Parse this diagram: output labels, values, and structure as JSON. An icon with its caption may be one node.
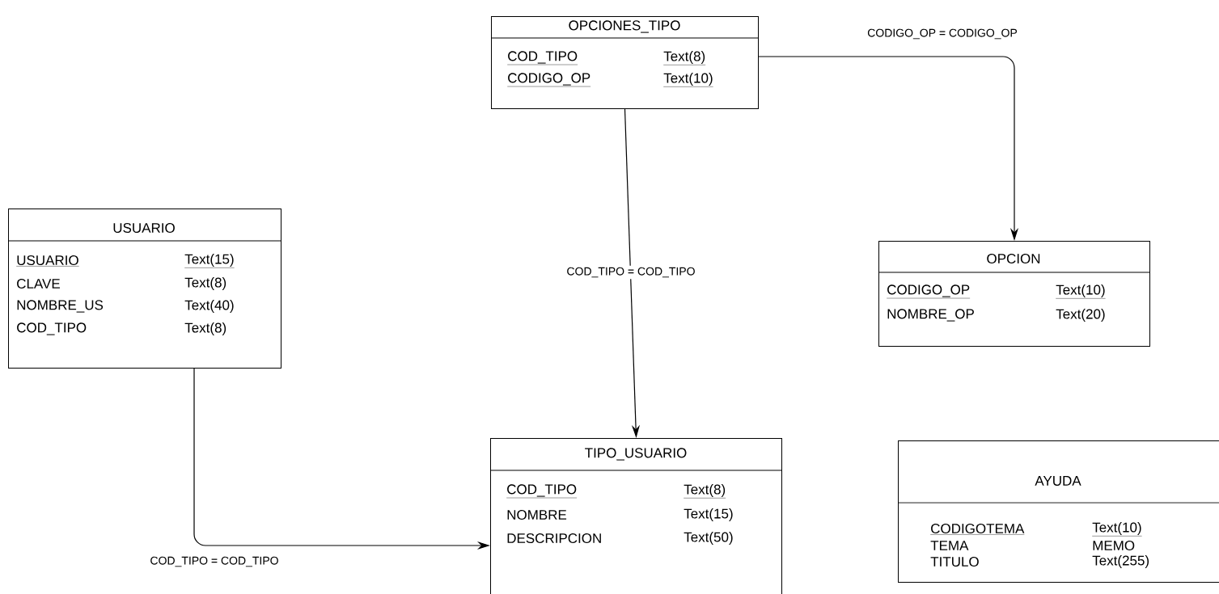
{
  "diagram": {
    "nodes": [
      {
        "text": [
          "OPCIONES_TIPO",
          "COD_TIPO",
          "Text(8)",
          "CODIGO_OP",
          "Text(10)"
        ]
      },
      {
        "text": [
          "USUARIO",
          "USUARIO",
          "Text(15)",
          "CLAVE",
          "Text(8)",
          "NOMBRE_US",
          "Text(40)",
          "COD_TIPO",
          "Text(8)"
        ]
      },
      {
        "text": [
          "OPCION",
          "CODIGO_OP",
          "Text(10)",
          "NOMBRE_OP",
          "Text(20)"
        ]
      },
      {
        "text": [
          "TIPO_USUARIO",
          "COD_TIPO",
          "Text(8)",
          "NOMBRE",
          "Text(15)",
          "DESCRIPCION",
          "Text(50)"
        ]
      },
      {
        "text": [
          "AYUDA",
          "CODIGOTEMA",
          "Text(10)",
          "TEMA",
          "MEMO",
          "TITULO",
          "Text(255)"
        ]
      }
    ],
    "edges": [
      {
        "from": 0,
        "to": 2,
        "arrow": "to",
        "label": "CODIGO_OP = CODIGO_OP"
      },
      {
        "from": 0,
        "to": 3,
        "arrow": "to",
        "label": "COD_TIPO = COD_TIPO"
      },
      {
        "from": 1,
        "to": 3,
        "arrow": "to",
        "label": "COD_TIPO = COD_TIPO"
      }
    ]
  }
}
